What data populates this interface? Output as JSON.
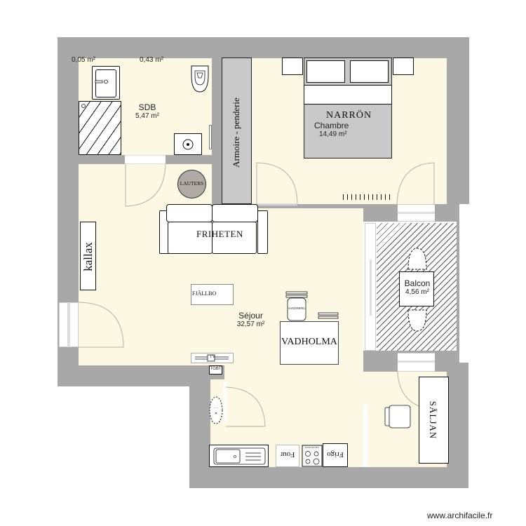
{
  "plan": {
    "rooms": [
      {
        "id": "sdb",
        "name": "SDB",
        "area": "5,47 m²"
      },
      {
        "id": "chambre",
        "name": "Chambre",
        "area": "14,49 m²"
      },
      {
        "id": "sejour",
        "name": "Séjour",
        "area": "32,57 m²"
      },
      {
        "id": "balcon",
        "name": "Balcon",
        "area": "4,56 m²"
      },
      {
        "id": "small1",
        "name": "",
        "area": "0,05 m²"
      },
      {
        "id": "small2",
        "name": "",
        "area": "0,43 m²"
      }
    ],
    "furniture": {
      "bed": "NARRÖN",
      "wardrobe": "Armoire - penderie",
      "round_table": "LAUTERS",
      "sofa": "FRIHETEN",
      "shelf": "kallax",
      "coffee_table": "FJÄLLBO",
      "island": "VADHOLMA",
      "stool": "SANDSBERG",
      "tv": "TV",
      "panel": "TGBT",
      "desk": "SÄLJAN",
      "oven": "Four",
      "fridge": "Frigo"
    },
    "colors": {
      "wall": "#a8a8a8",
      "floor": "#fcf8e4",
      "furniture_gray": "#c8c8c8",
      "table_gray": "#b0aaa6"
    }
  },
  "watermark": "www.archifacile.fr"
}
